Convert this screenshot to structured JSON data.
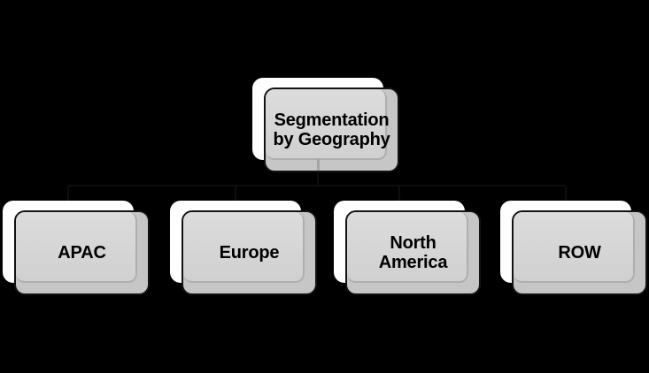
{
  "diagram": {
    "type": "hierarchy",
    "title": "Segmentation by Geography",
    "root": {
      "label": "Segmentation\nby Geography"
    },
    "children": [
      {
        "label": "APAC"
      },
      {
        "label": "Europe"
      },
      {
        "label": "North\nAmerica"
      },
      {
        "label": "ROW"
      }
    ]
  },
  "colors": {
    "background": "#000000",
    "back_panel": "#ffffff",
    "box_face": "#d8d8d8",
    "box_rim": "#c6c6c6",
    "box_border": "#131313",
    "text": "#000000",
    "connector": "#0d0d0d",
    "connector_stub": "#a6a6a6"
  }
}
